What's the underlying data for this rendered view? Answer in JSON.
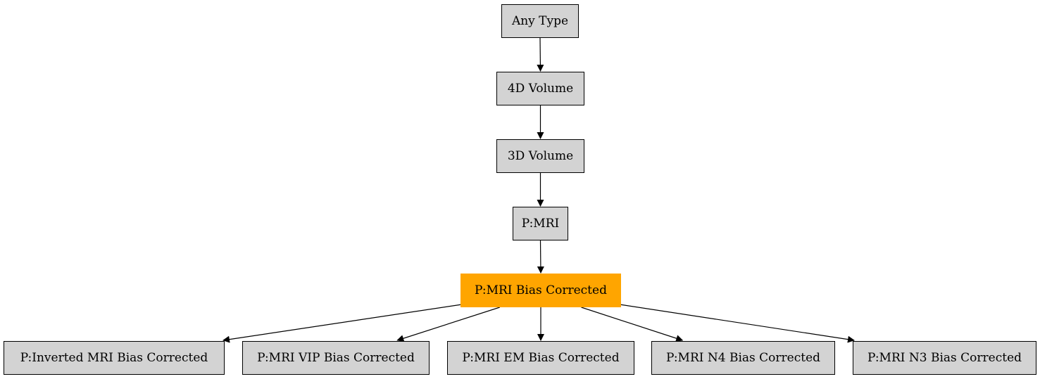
{
  "diagram": {
    "colors": {
      "node_fill": "#d3d3d3",
      "highlight_fill": "#ffa500",
      "edge": "#000000"
    },
    "nodes": {
      "any_type": "Any Type",
      "volume_4d": "4D Volume",
      "volume_3d": "3D Volume",
      "p_mri": "P:MRI",
      "p_mri_bias_corrected": "P:MRI Bias Corrected",
      "p_inverted_mri_bias_corrected": "P:Inverted MRI Bias Corrected",
      "p_mri_vip_bias_corrected": "P:MRI VIP Bias Corrected",
      "p_mri_em_bias_corrected": "P:MRI EM Bias Corrected",
      "p_mri_n4_bias_corrected": "P:MRI N4 Bias Corrected",
      "p_mri_n3_bias_corrected": "P:MRI N3 Bias Corrected"
    },
    "edges": [
      {
        "from": "any_type",
        "to": "volume_4d"
      },
      {
        "from": "volume_4d",
        "to": "volume_3d"
      },
      {
        "from": "volume_3d",
        "to": "p_mri"
      },
      {
        "from": "p_mri",
        "to": "p_mri_bias_corrected"
      },
      {
        "from": "p_mri_bias_corrected",
        "to": "p_inverted_mri_bias_corrected"
      },
      {
        "from": "p_mri_bias_corrected",
        "to": "p_mri_vip_bias_corrected"
      },
      {
        "from": "p_mri_bias_corrected",
        "to": "p_mri_em_bias_corrected"
      },
      {
        "from": "p_mri_bias_corrected",
        "to": "p_mri_n4_bias_corrected"
      },
      {
        "from": "p_mri_bias_corrected",
        "to": "p_mri_n3_bias_corrected"
      }
    ]
  }
}
